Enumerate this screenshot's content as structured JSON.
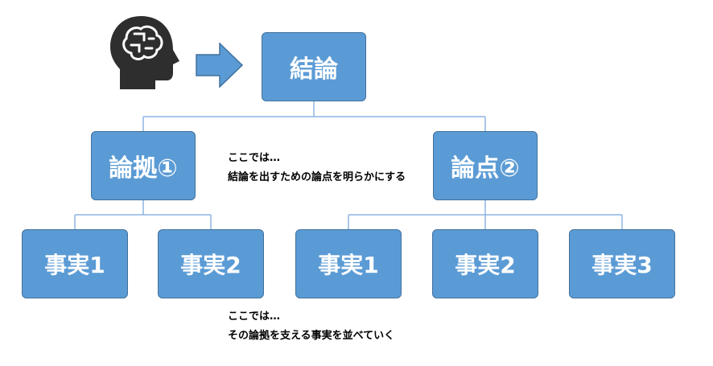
{
  "conclusion": {
    "label": "結論"
  },
  "grounds": [
    {
      "label": "論拠①",
      "facts": [
        "事実1",
        "事実2"
      ]
    },
    {
      "label": "論点②",
      "facts": [
        "事実1",
        "事実2",
        "事実3"
      ]
    }
  ],
  "note_top": {
    "line1": "ここでは…",
    "line2": "結論を出すための論点を明らかにする"
  },
  "note_bottom": {
    "line1": "ここでは…",
    "line2": "その論拠を支える事実を並べていく"
  },
  "icons": {
    "head": "brain-head-icon",
    "arrow": "right-arrow-icon"
  },
  "colors": {
    "box": "#5b9bd5",
    "border": "#41719c",
    "line": "#8eb4e3",
    "icon": "#2e2e2e"
  }
}
